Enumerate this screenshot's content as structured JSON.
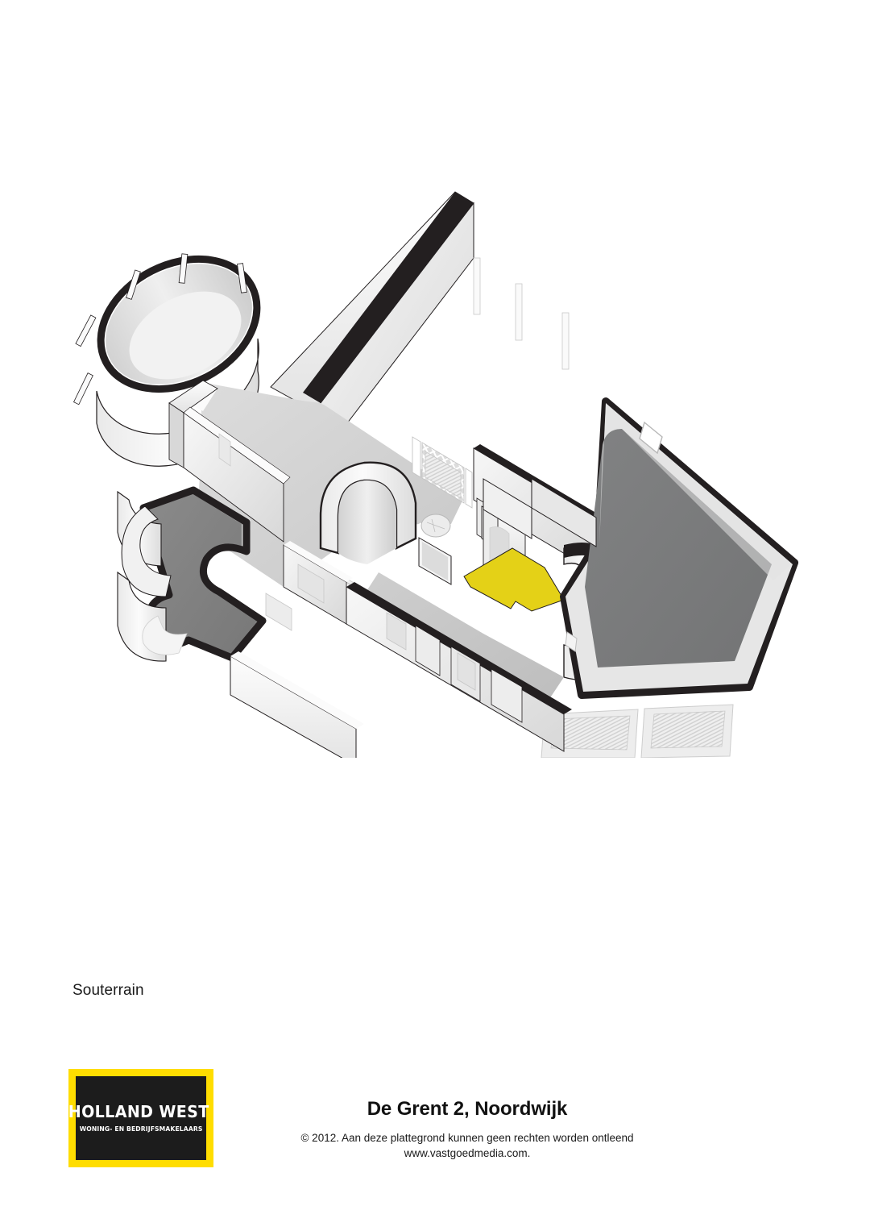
{
  "document": {
    "type": "architectural-floorplan",
    "floor_label": "Souterrain",
    "property_title": "De Grent 2, Noordwijk",
    "copyright_line_1": "© 2012. Aan deze plattegrond kunnen geen rechten worden ontleend",
    "copyright_line_2": "www.vastgoedmedia.com.",
    "background_color": "#ffffff"
  },
  "brand": {
    "name_main": "HOLLAND WEST",
    "name_dot": ".",
    "tagline": "WONING- EN BEDRIJFSMAKELAARS",
    "border_color": "#FFDD00",
    "panel_color": "#1c1c1c",
    "text_color": "#ffffff"
  },
  "plan": {
    "view": "3d-isometric-cutaway",
    "outline_color": "#231f20",
    "wall_face_light": "#f3f3f3",
    "wall_face_mid": "#e2e2e2",
    "wall_face_dark": "#cfcfcf",
    "wall_top": "#fbfbfb",
    "floor_light": "#d6d6d6",
    "floor_mid": "#c6c6c6",
    "floor_dark": "#808080",
    "floor_garage": "#7a7b7c",
    "highlight_color": "#e4d117",
    "highlight_label": "highlighted-floor-area",
    "rooms": [
      {
        "name": "rounded-bay-north-west",
        "floor": "light"
      },
      {
        "name": "main-hall",
        "floor": "light"
      },
      {
        "name": "lower-left-room",
        "floor": "dark"
      },
      {
        "name": "stair-core",
        "floor": "light"
      },
      {
        "name": "corridor",
        "floor": "mid"
      },
      {
        "name": "highlighted-room",
        "floor": "highlight"
      },
      {
        "name": "garage",
        "floor": "garage"
      }
    ],
    "features": [
      "window-with-lattice",
      "radiator",
      "staircase",
      "curved-wall",
      "garage-door-left",
      "garage-door-right",
      "fence-posts"
    ]
  }
}
